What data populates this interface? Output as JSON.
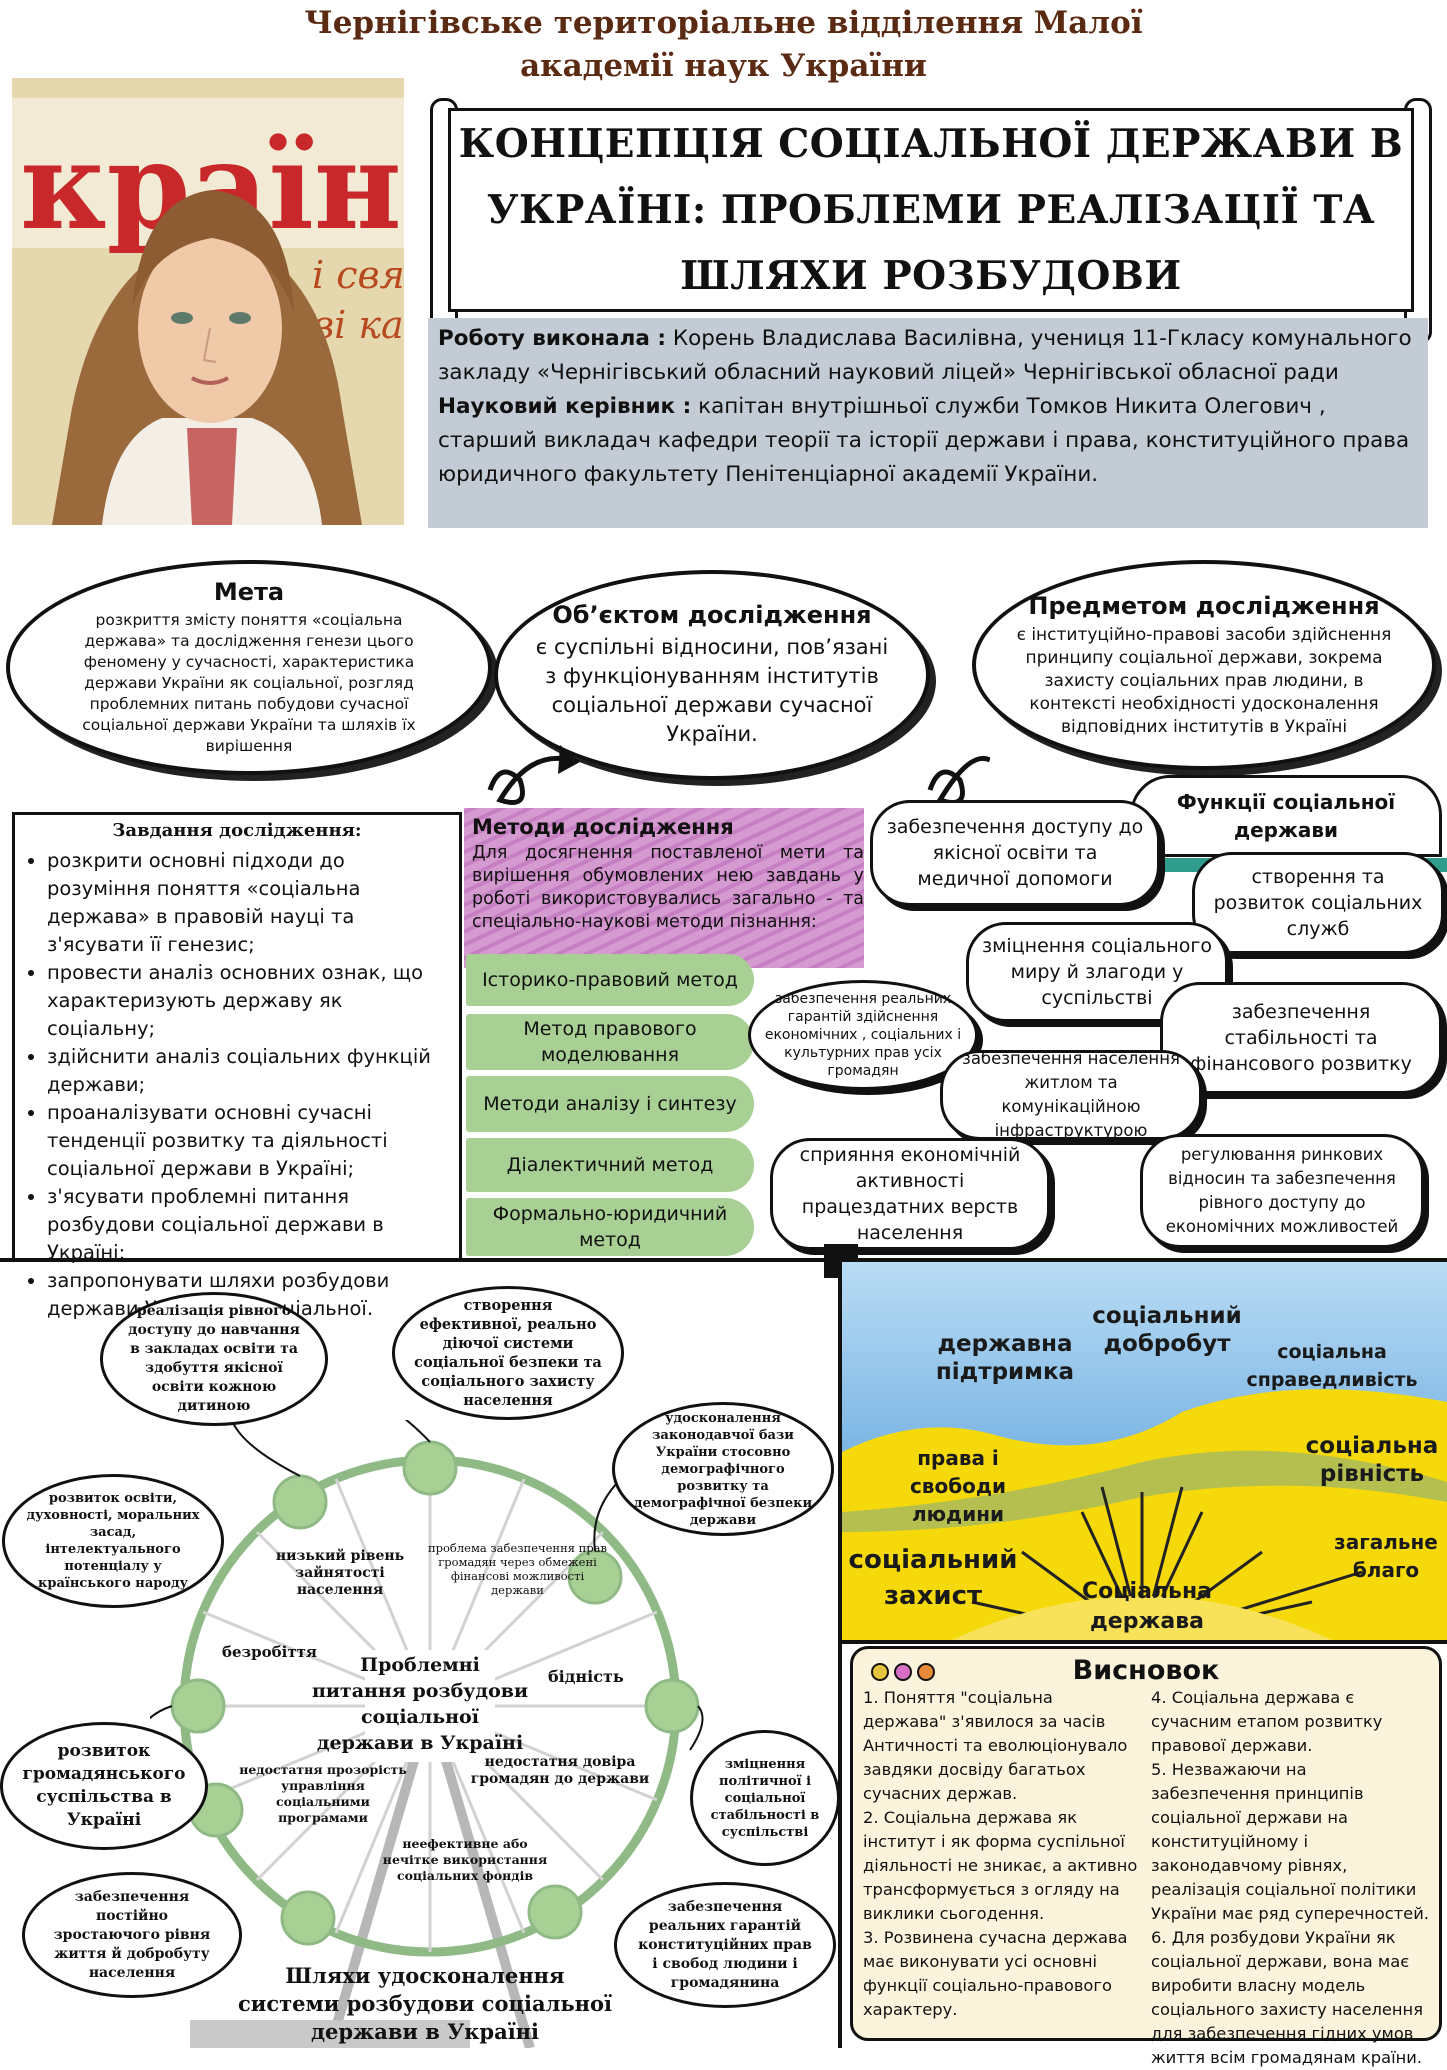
{
  "header": {
    "org_line1": "Чернігівське територіальне відділення Малої",
    "org_line2": "академії наук України",
    "title": "КОНЦЕПЦІЯ СОЦІАЛЬНОЇ ДЕРЖАВИ В УКРАЇНІ: ПРОБЛЕМИ РЕАЛІЗАЦІЇ ТА ШЛЯХИ РОЗБУДОВИ",
    "photo_bg_text": "країна",
    "photo_bg_text2": "і свят",
    "photo_bg_text3": "ві кар"
  },
  "authors": {
    "performer_label": "Роботу виконала :",
    "performer": "Корень Владислава Василівна, учениця 11-Гкласу комунального закладу «Чернігівський обласний науковий ліцей» Чернігівської обласної ради",
    "supervisor_label": "Науковий керівник :",
    "supervisor": "капітан внутрішньої служби Томков Никита Олегович , старший викладач кафедри теорії та історії держави і права, конституційного права юридичного факультету Пенітенціарної академії України."
  },
  "clouds": {
    "goal_title": "Мета",
    "goal_text": "розкриття змісту поняття «соціальна держава» та дослідження генези цього феномену у сучасності, характеристика держави України як соціальної, розгляд проблемних питань побудови сучасної соціальної держави України та шляхів їх вирішення",
    "object_title": "Об’єктом дослідження",
    "object_text": "є суспільні відносини, пов’язані з функціонуванням інститутів соціальної держави сучасної України.",
    "subject_title": "Предметом дослідження",
    "subject_text": "є інституційно-правові засоби здійснення принципу соціальної держави, зокрема захисту соціальних прав людини, в контексті необхідності удосконалення відповідних інститутів в Україні"
  },
  "tasks": {
    "title": "Завдання дослідження:",
    "items": [
      "розкрити основні підходи до розуміння поняття «соціальна держава» в правовій науці та з'ясувати її генезис;",
      "провести аналіз основних ознак, що характеризують державу як соціальну;",
      "здійснити аналіз соціальних функцій держави;",
      "проаналізувати основні сучасні тенденції розвитку та діяльності соціальної держави в Україні;",
      "з'ясувати проблемні питання розбудови соціальної держави в Україні;",
      "запропонувати шляхи розбудови держави України як соціальної."
    ]
  },
  "methods": {
    "title": "Методи дослідження",
    "intro": "Для досягнення поставленої мети та вирішення обумовлених нею завдань у роботі використовувались загально - та спеціально-наукові методи пізнання:",
    "items": [
      "Історико-правовий метод",
      "Метод правового моделювання",
      "Методи аналізу і синтезу",
      "Діалектичний метод",
      "Формально-юридичний метод"
    ]
  },
  "functions": {
    "title": "Функції соціальної держави",
    "items": [
      "забезпечення доступу до якісної освіти та медичної допомоги",
      "створення та розвиток соціальних служб",
      "зміцнення соціального миру й злагоди у суспільстві",
      "забезпечення реальних гарантій здійснення економічних , соціальних і культурних прав усіх громадян",
      "забезпечення стабільності та фінансового розвитку",
      "забезпечення населення житлом та комунікаційною інфраструктурою",
      "сприяння економічній активності працездатних верств населення",
      "регулювання ринкових відносин та забезпечення рівного доступу до економічних можливостей"
    ]
  },
  "wheel": {
    "center": "Проблемні питання розбудови соціальної держави в Україні",
    "problems": [
      "низький рівень зайнятості населення",
      "проблема забезпечення прав громадян через обмежені фінансові можливості держави",
      "безробіття",
      "бідність",
      "недостатня прозорість управління соціальними програмами",
      "недостатня довіра громадян до держави",
      "неефективне або нечітке використання соціальних фондів"
    ],
    "ways_title": "Шляхи удосконалення системи розбудови соціальної держави в Україні",
    "ways": [
      "реалізація рівного доступу до навчання в закладах освіти та здобуття якісної освіти кожною дитиною",
      "створення ефективної, реально діючої системи соціальної безпеки та соціального захисту населення",
      "удосконалення законодавчої бази України стосовно демографічного розвитку та демографічної безпеки держави",
      "розвиток освіти, духовності, моральних засад, інтелектуального потенціалу у країнського народу",
      "розвиток громадянського суспільства в Україні",
      "зміцнення політичної і соціальної стабільності в суспільстві",
      "забезпечення постійно зростаючого рівня життя й добробуту населення",
      "забезпечення реальних гарантій конституційних прав і свобод людини і громадянина"
    ]
  },
  "banner": {
    "labels": [
      "державна підтримка",
      "соціальний добробут",
      "соціальна справедливість",
      "права і свободи людини",
      "соціальна рівність",
      "соціальний захист",
      "загальне благо",
      "Соціальна держава"
    ],
    "colors": {
      "blue": "#3f8fd2",
      "yellow": "#f5d90a"
    }
  },
  "conclusion": {
    "title": "Висновок",
    "col1": "1. Поняття \"соціальна держава\" з'явилося за часів Античності та еволюціонувало завдяки досвіду багатьох сучасних держав.\n2. Соціальна держава як інститут і як форма суспільної діяльності не зникає, а активно трансформується з огляду на виклики сьогодення.\n3. Розвинена сучасна держава має виконувати усі основні функції соціально-правового характеру.",
    "col2": "4. Соціальна держава є сучасним етапом розвитку правової держави.\n5. Незважаючи на забезпечення принципів соціальної держави на конституційному і законодавчому рівнях, реалізація соціальної політики України має ряд суперечностей.\n6. Для розбудови України як соціальної держави, вона має виробити власну модель соціального захисту населення для забезпечення гідних умов життя всім громадянам країни.",
    "dot_colors": [
      "#e8c23a",
      "#d86fc4",
      "#e88a3a"
    ]
  }
}
